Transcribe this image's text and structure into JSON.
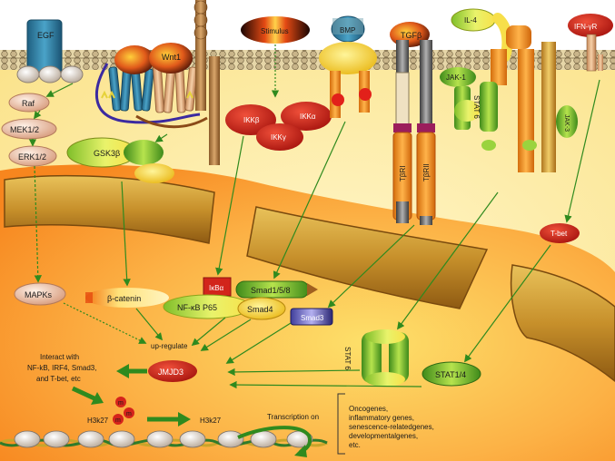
{
  "labels": {
    "egf": "EGF",
    "raf": "Raf",
    "mek": "MEK1/2",
    "erk": "ERK1/2",
    "wnt": "Wnt1",
    "gsk": "GSK3β",
    "stimulus": "Stimulus",
    "ikkb": "IKKβ",
    "ikka": "IKKα",
    "ikkg": "IKKγ",
    "bmp": "BMP",
    "tgfb": "TGFβ",
    "tbri": "TβRI",
    "tbrii": "TβRII",
    "il4": "IL-4",
    "jak1": "JAK-1",
    "stat6_top": "STAT 6",
    "jak3": "JAK-3",
    "ifn": "IFN-γR",
    "tbet": "T-bet",
    "mapks": "MAPKs",
    "bcat": "β-catenin",
    "ikba": "IκBα",
    "nfkb": "NF-κB P65",
    "smad158": "Smad1/5/8",
    "smad4": "Smad4",
    "smad3": "Smad3",
    "stat6_nuc": "STAT 6",
    "stat14": "STAT1/4",
    "upreg": "up-regulate",
    "jmjd3": "JMJD3",
    "interact": [
      "Interact with",
      "NF-kB, IRF4, Smad3,",
      "and T-bet, etc"
    ],
    "h3k27_left": "H3k27",
    "h3k27_right": "H3k27",
    "methyl": "m",
    "transcription": "Transcription on",
    "genes": [
      "Oncogenes,",
      "inflammatory genes,",
      "senescence-relatedgenes,",
      "developmentalgenes,",
      "etc."
    ]
  },
  "colors": {
    "cytoplasm": "#fde9a0",
    "nucleus": "#fb9a2c",
    "arrow": "#2f8a1e",
    "orange_tube": "#ec8a16",
    "red_node": "#c8231b",
    "green_node": "#6fb52b"
  }
}
